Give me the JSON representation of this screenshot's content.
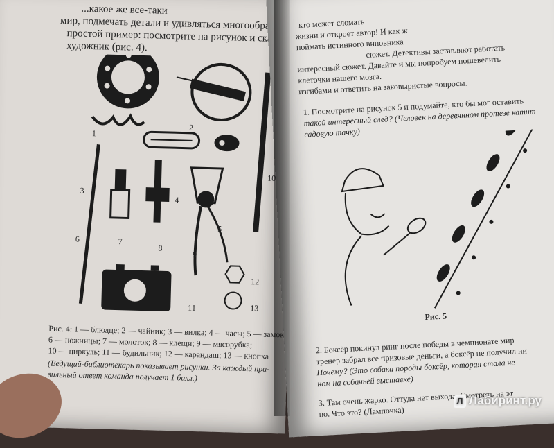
{
  "left_page": {
    "text_lines": [
      "...какое же все-таки",
      "мир, подмечать детали и удивляться многообразию",
      "простой пример: посмотрите на рисунок и скажите,",
      "художник (рис. 4)."
    ],
    "figure_numbers": [
      "1",
      "2",
      "3",
      "4",
      "5",
      "6",
      "7",
      "8",
      "9",
      "10",
      "11",
      "12",
      "13"
    ],
    "caption_lines": [
      "Рис. 4: 1 — блюдце; 2 — чайник; 3 — вилка; 4 — часы; 5 — замок;",
      "6 — ножницы; 7 — молоток; 8 — клещи; 9 — мясорубка;",
      "10 — циркуль; 11 — будильник; 12 — карандаш; 13 — кнопка",
      "(Ведущий-библиотекарь показывает рисунки. За каждый пра-",
      "вильный ответ команда получает 1 балл.)"
    ]
  },
  "right_page": {
    "text_lines": [
      "кто может сломать",
      "жизни и откроет автор! И как ж",
      "поймать истинного виновника",
      "сюжет. Детективы заставляют работать",
      "интересный сюжет. Давайте и мы попробуем пошевелить",
      "клеточки нашего мозга.",
      "изгибами и ответить на заковыристые вопросы."
    ],
    "q1_lines": [
      "1. Посмотрите на рисунок 5 и подумайте, кто бы мог оставить",
      "такой интересный след? (Человек на деревянном протезе катит",
      "садовую тачку)"
    ],
    "figure_caption": "Рис. 5",
    "q2_lines": [
      "2. Боксёр покинул ринг после победы в чемпионате мир",
      "тренер забрал все призовые деньги, а боксёр не получил ни",
      "Почему? (Это собака породы боксёр, которая стала че",
      "ном на собачьей выставке)"
    ],
    "q3_lines": [
      "3. Там очень жарко. Оттуда нет выхода. Смотреть на эт",
      "но. Что это? (Лампочка)"
    ]
  },
  "watermark": {
    "text": "Лабиринт.ру",
    "logo": "Л"
  },
  "colors": {
    "paper_left": "#dedad6",
    "paper_right": "#e6e4e1",
    "ink": "#1c1c1c",
    "background": "#3a2f2c"
  }
}
